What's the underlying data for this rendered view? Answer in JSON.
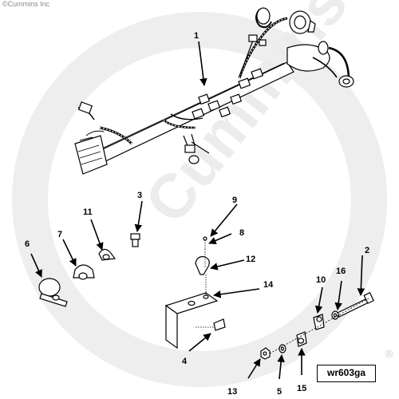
{
  "copyright": "©Cummins Inc",
  "watermark": {
    "text": "Cummins",
    "color": "#eeeeee"
  },
  "registered_mark": "®",
  "drawing_number": "wr603ga",
  "callouts": {
    "c1": "1",
    "c2": "2",
    "c3": "3",
    "c4": "4",
    "c5": "5",
    "c6": "6",
    "c7": "7",
    "c8": "8",
    "c9": "9",
    "c10": "10",
    "c11": "11",
    "c12": "12",
    "c13": "13",
    "c14": "14",
    "c15": "15",
    "c16": "16"
  },
  "colors": {
    "ink": "#000000",
    "background": "#ffffff",
    "watermark": "#eeeeee"
  }
}
